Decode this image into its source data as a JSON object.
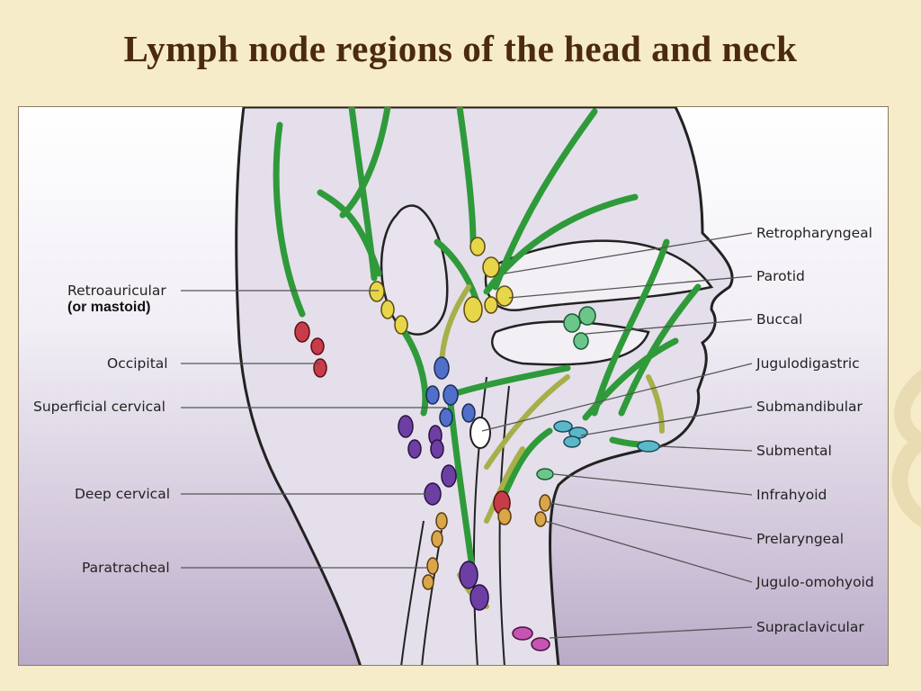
{
  "title": "Lymph node regions of the head and neck",
  "left_labels": [
    {
      "key": "retroauricular",
      "text": "Retroauricular"
    },
    {
      "key": "mastoid",
      "text": "(or mastoid)"
    },
    {
      "key": "occipital",
      "text": "Occipital"
    },
    {
      "key": "superficial-cervical",
      "text": "Superficial cervical"
    },
    {
      "key": "deep-cervical",
      "text": "Deep cervical"
    },
    {
      "key": "paratracheal",
      "text": "Paratracheal"
    }
  ],
  "right_labels": [
    {
      "key": "retropharyngeal",
      "text": "Retropharyngeal"
    },
    {
      "key": "parotid",
      "text": "Parotid"
    },
    {
      "key": "buccal",
      "text": "Buccal"
    },
    {
      "key": "jugulodigastric",
      "text": "Jugulodigastric"
    },
    {
      "key": "submandibular",
      "text": "Submandibular"
    },
    {
      "key": "submental",
      "text": "Submental"
    },
    {
      "key": "infrahyoid",
      "text": "Infrahyoid"
    },
    {
      "key": "prelaryngeal",
      "text": "Prelaryngeal"
    },
    {
      "key": "jugulo-omohyoid",
      "text": "Jugulo-omohyoid"
    },
    {
      "key": "supraclavicular",
      "text": "Supraclavicular"
    }
  ],
  "colors": {
    "background": "#f7ecc9",
    "title": "#4b2a0f",
    "skin": "#e4dfea",
    "flow_arrow": "#2f9a3a",
    "secondary_arrow": "#a6b04a",
    "node_yellow": "#e8d64a",
    "node_red": "#c83c4a",
    "node_blue": "#4f6fc9",
    "node_purple": "#6d3fa4",
    "node_green": "#6cc58a",
    "node_cyan": "#5ab8c9",
    "node_orange": "#d9a64a",
    "node_magenta": "#c554b3"
  }
}
